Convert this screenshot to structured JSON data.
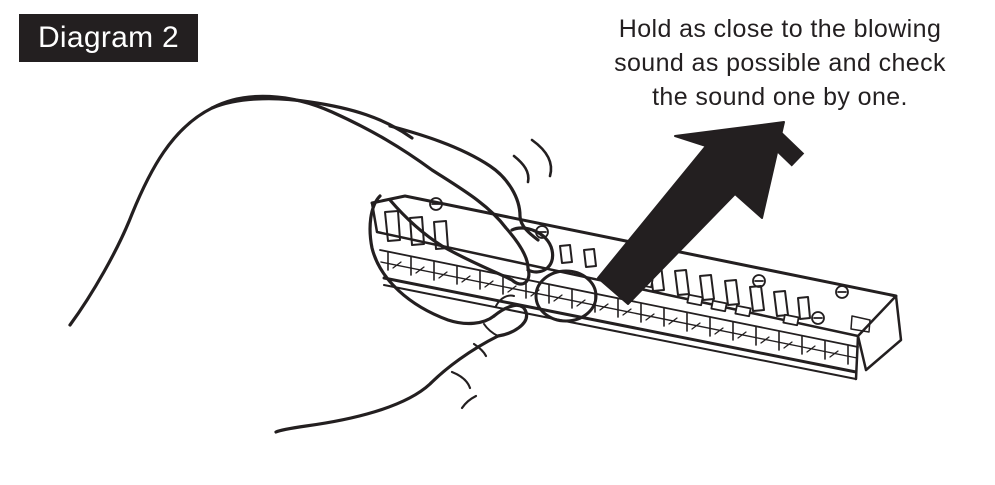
{
  "diagram": {
    "label": "Diagram 2",
    "instruction_lines": [
      "Hold as close to the blowing",
      "sound as possible and check",
      "the sound one by one."
    ]
  },
  "colors": {
    "ink": "#231f20",
    "label_background": "#231f20",
    "label_text": "#ffffff",
    "background": "#ffffff"
  },
  "icons": {
    "pointer": "arrow-icon",
    "instrument": "harmonica",
    "hand": "hand-drawing",
    "highlight": "circle-marker"
  }
}
